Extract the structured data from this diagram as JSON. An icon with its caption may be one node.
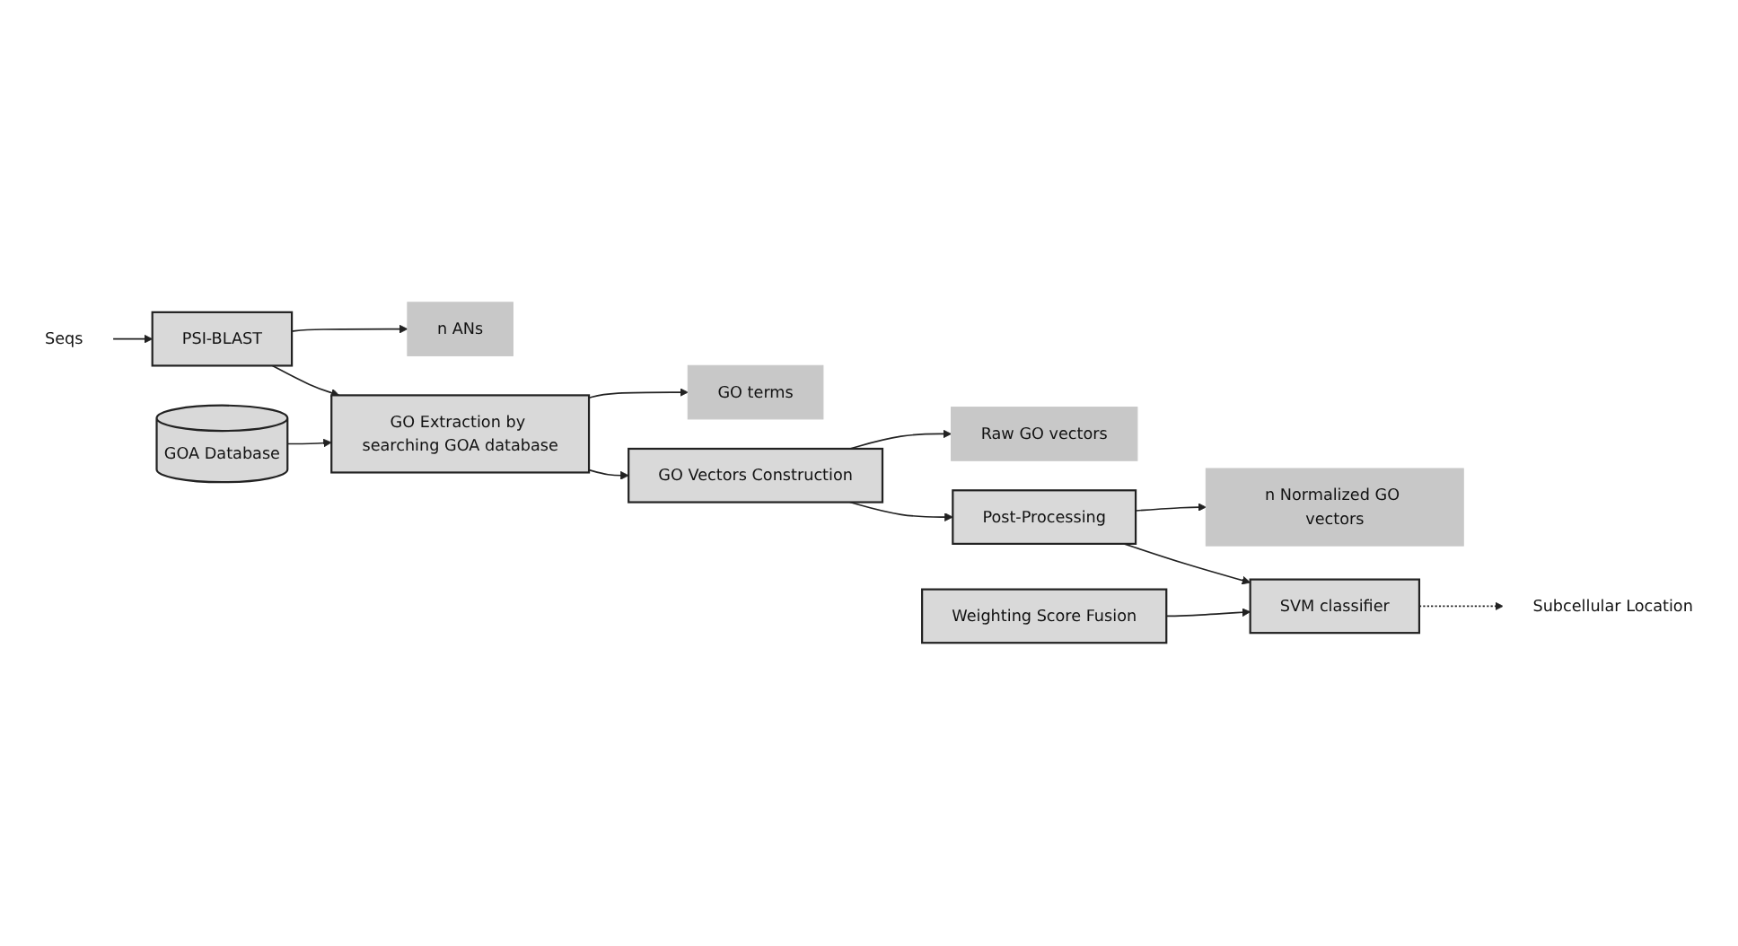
{
  "diagram": {
    "nodes": [
      {
        "text": [
          "Seqs"
        ]
      },
      {
        "text": [
          "PSI-BLAST"
        ]
      },
      {
        "text": [
          "n ANs"
        ]
      },
      {
        "text": [
          "GO Extraction by searching GOA database"
        ]
      },
      {
        "text": [
          "GO terms"
        ]
      },
      {
        "text": [
          "GO Vectors Construction"
        ]
      },
      {
        "text": [
          "Raw GO vectors"
        ]
      },
      {
        "text": [
          "Post-Processing"
        ]
      },
      {
        "text": [
          "Weighting Score Fusion"
        ]
      },
      {
        "text": [
          "SVM classifier"
        ]
      },
      {
        "text": [
          "n Normalized GO vectors"
        ]
      },
      {
        "text": [
          "Subcellular Location"
        ]
      },
      {
        "text": [
          "GOA Database"
        ]
      }
    ],
    "edges": [
      {
        "from": 0,
        "to": 1,
        "arrow": "to"
      },
      {
        "from": 1,
        "to": 3,
        "arrow": "to"
      },
      {
        "from": 1,
        "to": 2,
        "arrow": "to"
      },
      {
        "from": 3,
        "to": 5,
        "arrow": "to"
      },
      {
        "from": 3,
        "to": 4,
        "arrow": "to"
      },
      {
        "from": 5,
        "to": 7,
        "arrow": "to"
      },
      {
        "from": 5,
        "to": 6,
        "arrow": "to"
      },
      {
        "from": 7,
        "to": 9,
        "arrow": "to"
      },
      {
        "from": 7,
        "to": 10,
        "arrow": "to"
      },
      {
        "from": 8,
        "to": 9,
        "arrow": "to"
      },
      {
        "from": 9,
        "to": 11,
        "arrow": "to",
        "style": "dashed"
      },
      {
        "from": 12,
        "to": 3,
        "arrow": "to"
      }
    ]
  }
}
